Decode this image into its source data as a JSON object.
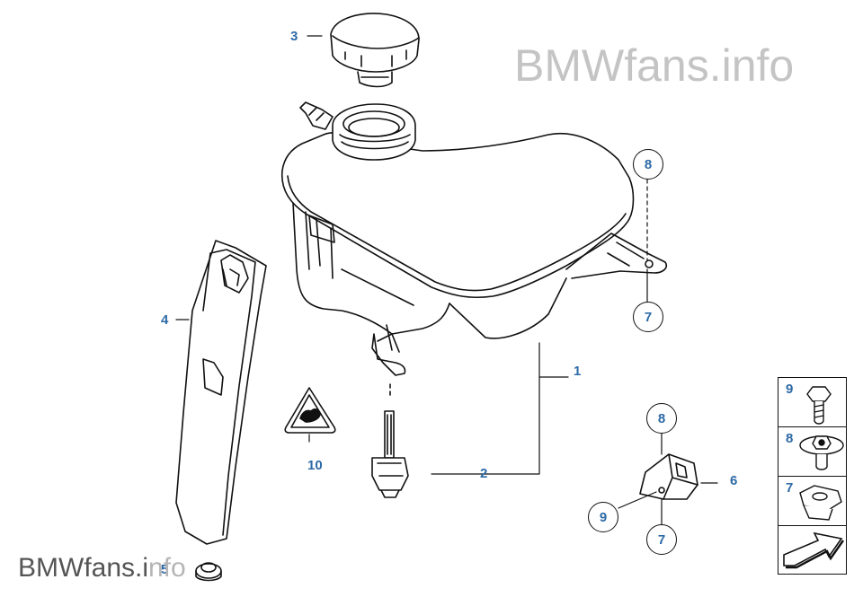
{
  "watermark": {
    "top": "BMWfans.info",
    "bottom_main": "BMWfans.i",
    "bottom_suffix": "nfo"
  },
  "callouts": {
    "c1": "1",
    "c2": "2",
    "c3": "3",
    "c4": "4",
    "c5": "5",
    "c6": "6",
    "c10": "10",
    "circ8_top": "8",
    "circ7_top": "7",
    "circ8_bracket": "8",
    "circ9_bracket": "9",
    "circ7_bracket": "7"
  },
  "legend": {
    "row1": "9",
    "row2": "8",
    "row3": "7"
  },
  "colors": {
    "callout": "#2d6aa6",
    "line": "#111111",
    "watermark": "#c4c4c4"
  }
}
